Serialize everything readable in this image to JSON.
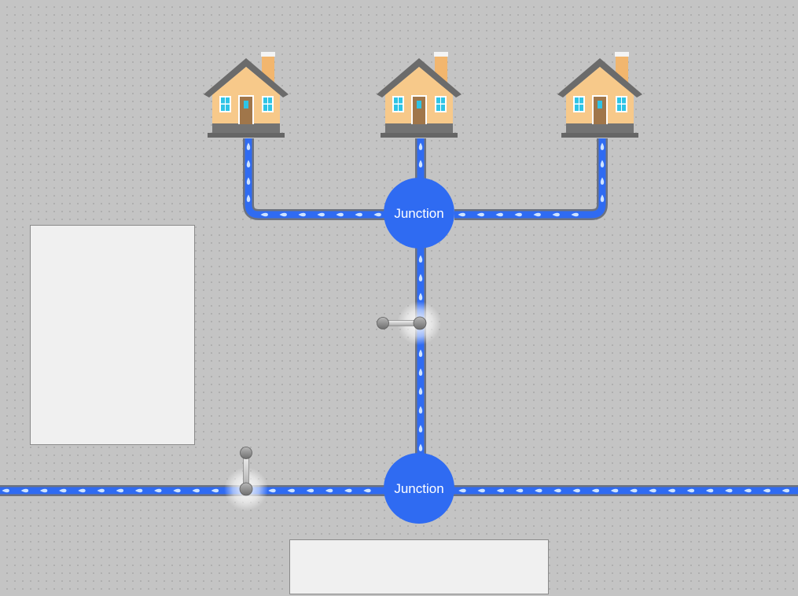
{
  "colors": {
    "pipe_water": "#2f6bf2",
    "pipe_border": "#6c7280",
    "water_drop": "#cfe3ff",
    "junction": "#2f6bf2",
    "junction_text": "#ffffff",
    "panel": "#f0f0f0",
    "background": "#c4c4c4",
    "house_wall": "#f7c98a",
    "house_roof": "#6b6b6b",
    "house_door": "#a0764a",
    "house_window": "#2ec4e6"
  },
  "junctions": [
    {
      "id": "junction-upper",
      "label": "Junction"
    },
    {
      "id": "junction-lower",
      "label": "Junction"
    }
  ],
  "valves": [
    {
      "id": "valve-upper",
      "state": "open"
    },
    {
      "id": "valve-lower",
      "state": "closed"
    }
  ],
  "houses": [
    {
      "id": "house-left",
      "icon": "house-icon"
    },
    {
      "id": "house-center",
      "icon": "house-icon"
    },
    {
      "id": "house-right",
      "icon": "house-icon"
    }
  ],
  "panels": [
    {
      "id": "panel-left",
      "text": ""
    },
    {
      "id": "panel-bottom",
      "text": ""
    }
  ]
}
